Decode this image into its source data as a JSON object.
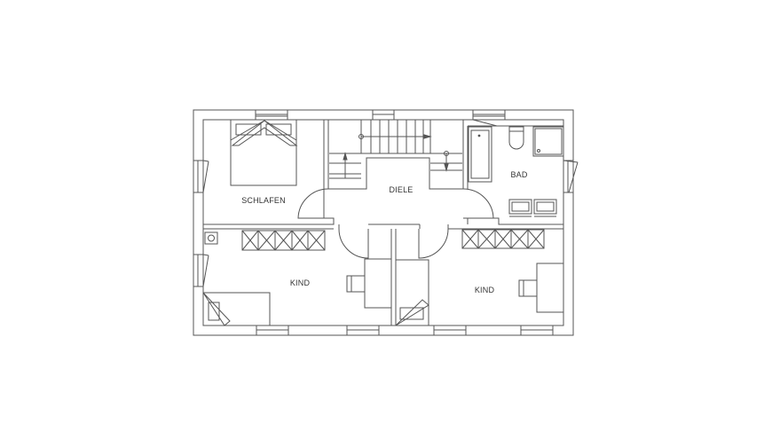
{
  "floorplan": {
    "rooms": [
      {
        "id": "schlafen",
        "label": "SCHLAFEN"
      },
      {
        "id": "diele",
        "label": "DIELE"
      },
      {
        "id": "bad",
        "label": "BAD"
      },
      {
        "id": "kind_left",
        "label": "KIND"
      },
      {
        "id": "kind_right",
        "label": "KIND"
      }
    ]
  },
  "colors": {
    "line": "#555555",
    "background": "#ffffff",
    "label": "#333333"
  }
}
